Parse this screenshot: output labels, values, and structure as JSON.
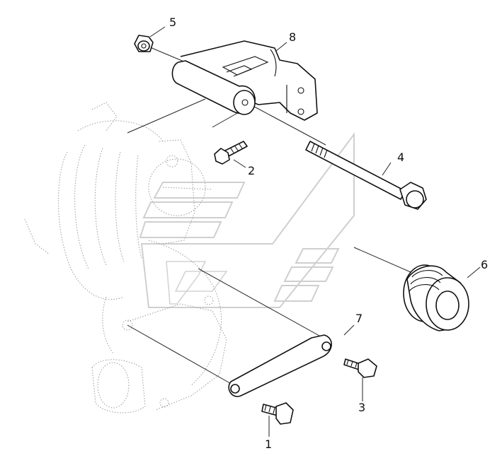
{
  "diagram": {
    "callouts": [
      {
        "id": "c1",
        "text": "1"
      },
      {
        "id": "c2",
        "text": "2"
      },
      {
        "id": "c3",
        "text": "3"
      },
      {
        "id": "c4",
        "text": "4"
      },
      {
        "id": "c5",
        "text": "5"
      },
      {
        "id": "c6",
        "text": "6"
      },
      {
        "id": "c7",
        "text": "7"
      },
      {
        "id": "c8",
        "text": "8"
      }
    ]
  }
}
